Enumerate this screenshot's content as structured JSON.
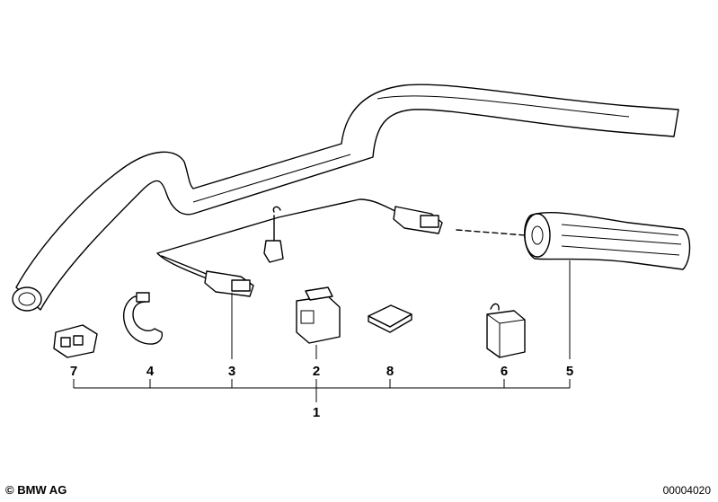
{
  "callouts": {
    "n1": "1",
    "n2": "2",
    "n3": "3",
    "n4": "4",
    "n5": "5",
    "n6": "6",
    "n7": "7",
    "n8": "8"
  },
  "footer": {
    "copyright": "© BMW AG",
    "image_number": "00004020"
  }
}
